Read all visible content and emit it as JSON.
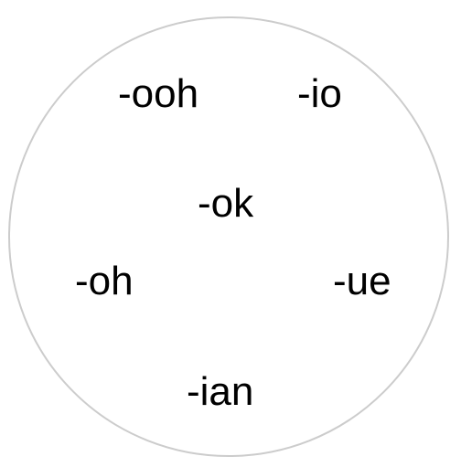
{
  "circle": {
    "border_color": "#cccccc",
    "suffixes": {
      "ooh": "-ooh",
      "io": "-io",
      "ok": "-ok",
      "oh": "-oh",
      "ue": "-ue",
      "ian": "-ian"
    }
  }
}
